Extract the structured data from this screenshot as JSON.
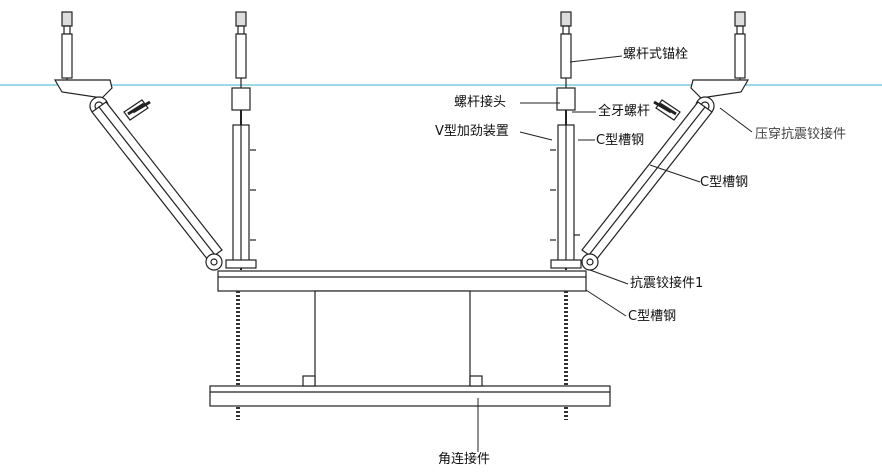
{
  "diagram": {
    "labels": {
      "anchor_bolt": "螺杆式锚栓",
      "rod_connector": "螺杆接头",
      "full_thread_rod": "全牙螺杆",
      "v_stiffener": "V型加劲装置",
      "c_channel_vertical": "C型槽钢",
      "c_channel_diagonal": "C型槽钢",
      "press_hinge": "压穿抗震铰接件",
      "hinge_1": "抗震铰接件1",
      "c_channel_beam": "C型槽钢",
      "corner_connector": "角连接件"
    },
    "colors": {
      "ceiling_line": "#33b5c9",
      "line": "#222222",
      "thread": "#333333"
    }
  }
}
